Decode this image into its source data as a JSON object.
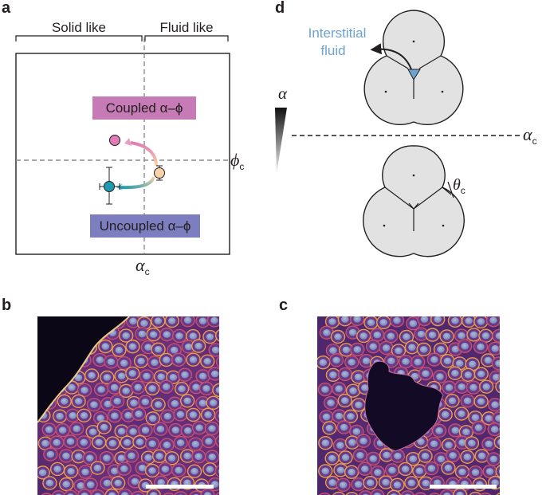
{
  "panel_a": {
    "letter": "a",
    "solid_label": "Solid like",
    "fluid_label": "Fluid like",
    "coupled_label": "Coupled α–ϕ",
    "uncoupled_label": "Uncoupled α–ϕ",
    "phi_symbol": "ϕ",
    "phi_sub": "c",
    "alpha_symbol": "α",
    "alpha_sub": "c",
    "coupled_color": "#c77bb6",
    "uncoupled_color": "#7d7ec0",
    "point_coupled_color": "#e07bb4",
    "point_start_color": "#fcd3a8",
    "point_uncoupled_color": "#1f9ab0"
  },
  "panel_b": {
    "letter": "b"
  },
  "panel_c": {
    "letter": "c"
  },
  "panel_d": {
    "letter": "d",
    "interstitial_line1": "Interstitial",
    "interstitial_line2": "fluid",
    "interstitial_color": "#6da3cf",
    "alpha_symbol": "α",
    "alpha_sub": "c",
    "theta_symbol": "θ",
    "theta_sub": "c"
  }
}
